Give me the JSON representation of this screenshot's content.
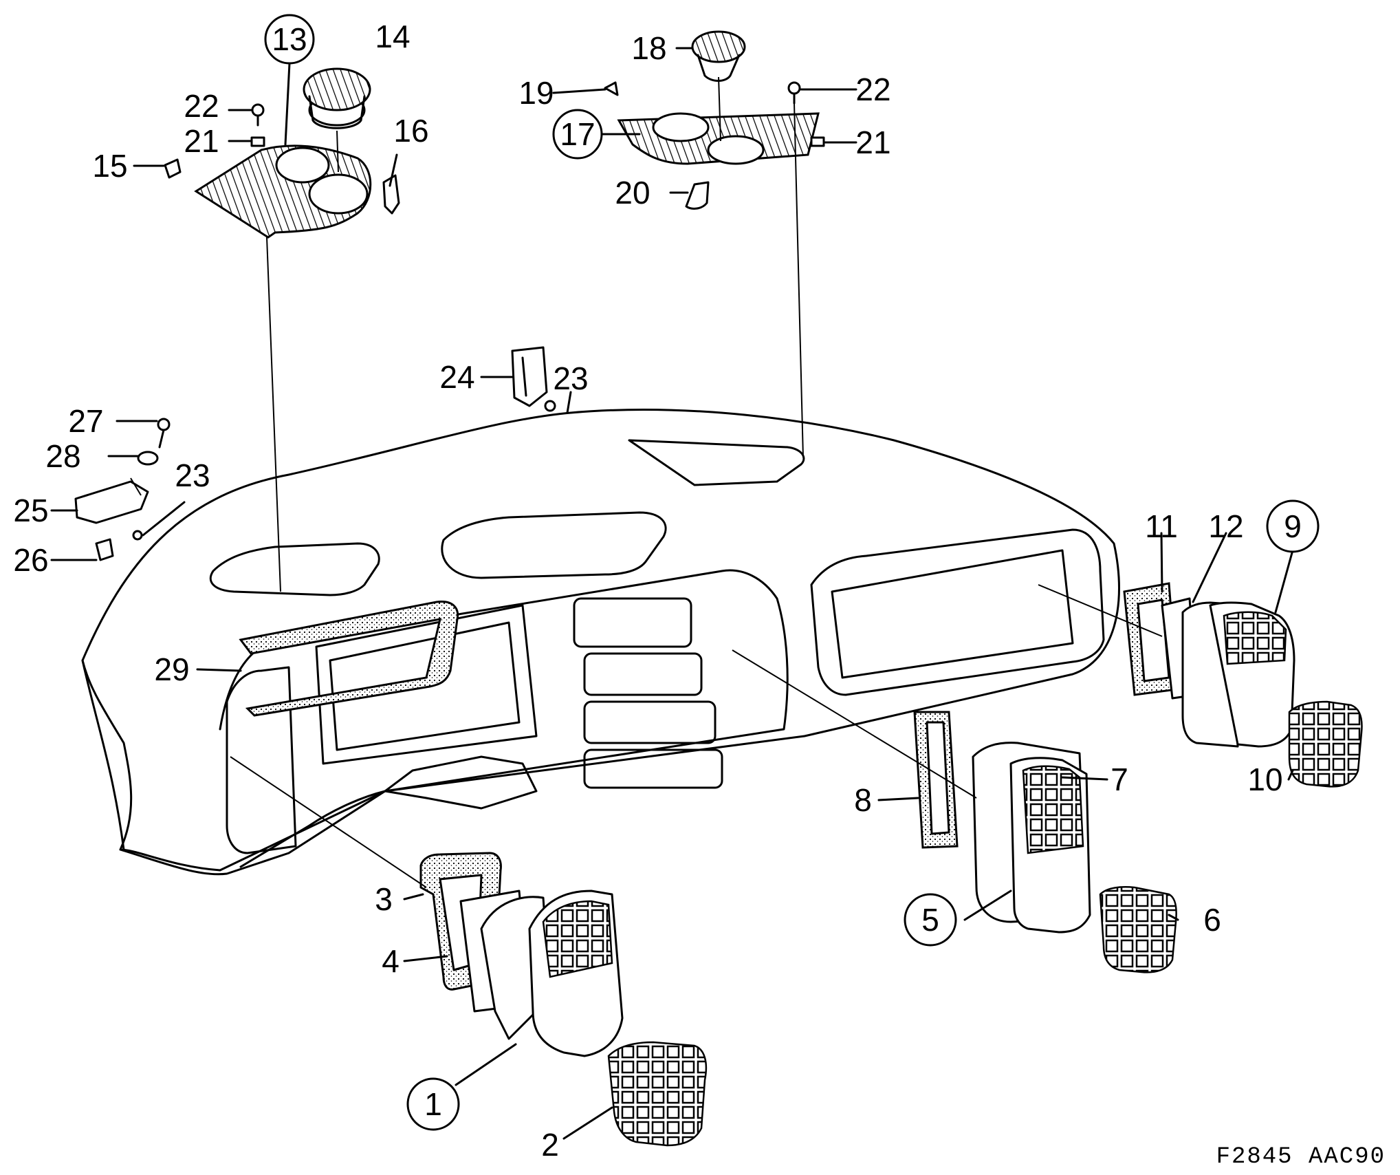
{
  "diagram": {
    "reference_code": "F2845 AAC90",
    "callouts": [
      {
        "id": "1",
        "text": "1",
        "circled": true
      },
      {
        "id": "2",
        "text": "2",
        "circled": false
      },
      {
        "id": "3",
        "text": "3",
        "circled": false
      },
      {
        "id": "4",
        "text": "4",
        "circled": false
      },
      {
        "id": "5",
        "text": "5",
        "circled": true
      },
      {
        "id": "6",
        "text": "6",
        "circled": false
      },
      {
        "id": "7",
        "text": "7",
        "circled": false
      },
      {
        "id": "8",
        "text": "8",
        "circled": false
      },
      {
        "id": "9",
        "text": "9",
        "circled": true
      },
      {
        "id": "10",
        "text": "10",
        "circled": false
      },
      {
        "id": "11",
        "text": "11",
        "circled": false
      },
      {
        "id": "12",
        "text": "12",
        "circled": false
      },
      {
        "id": "13",
        "text": "13",
        "circled": true
      },
      {
        "id": "14",
        "text": "14",
        "circled": false
      },
      {
        "id": "15",
        "text": "15",
        "circled": false
      },
      {
        "id": "16",
        "text": "16",
        "circled": false
      },
      {
        "id": "17",
        "text": "17",
        "circled": true
      },
      {
        "id": "18",
        "text": "18",
        "circled": false
      },
      {
        "id": "19",
        "text": "19",
        "circled": false
      },
      {
        "id": "20",
        "text": "20",
        "circled": false
      },
      {
        "id": "21a",
        "text": "21",
        "circled": false
      },
      {
        "id": "21b",
        "text": "21",
        "circled": false
      },
      {
        "id": "22a",
        "text": "22",
        "circled": false
      },
      {
        "id": "22b",
        "text": "22",
        "circled": false
      },
      {
        "id": "23a",
        "text": "23",
        "circled": false
      },
      {
        "id": "23b",
        "text": "23",
        "circled": false
      },
      {
        "id": "24",
        "text": "24",
        "circled": false
      },
      {
        "id": "25",
        "text": "25",
        "circled": false
      },
      {
        "id": "26",
        "text": "26",
        "circled": false
      },
      {
        "id": "27",
        "text": "27",
        "circled": false
      },
      {
        "id": "28",
        "text": "28",
        "circled": false
      },
      {
        "id": "29",
        "text": "29",
        "circled": false
      }
    ]
  }
}
